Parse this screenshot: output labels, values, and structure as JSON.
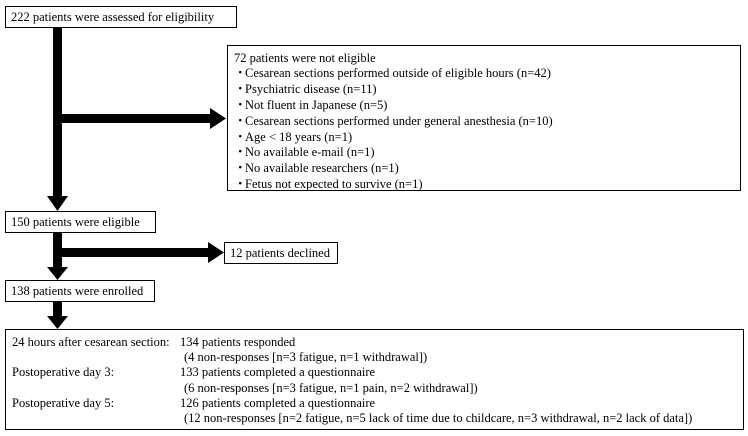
{
  "assessed": "222 patients were assessed for eligibility",
  "not_eligible": {
    "title": "72 patients were not eligible",
    "bullet": "・",
    "items": [
      "Cesarean sections performed outside of eligible hours (n=42)",
      "Psychiatric disease (n=11)",
      "Not fluent in Japanese (n=5)",
      "Cesarean sections performed under general anesthesia (n=10)",
      "Age < 18 years (n=1)",
      "No available e-mail (n=1)",
      "No available researchers (n=1)",
      "Fetus not expected to survive (n=1)"
    ]
  },
  "eligible": "150 patients were eligible",
  "declined": "12 patients declined",
  "enrolled": "138 patients were enrolled",
  "followup": [
    {
      "label": "24 hours after cesarean section:",
      "line1": "134 patients responded",
      "line2": "(4 non-responses [n=3 fatigue, n=1 withdrawal])"
    },
    {
      "label": "Postoperative day 3:",
      "line1": "133 patients completed a questionnaire",
      "line2": "(6 non-responses [n=3 fatigue, n=1 pain, n=2 withdrawal])"
    },
    {
      "label": "Postoperative day 5:",
      "line1": "126 patients completed a questionnaire",
      "line2": "(12 non-responses [n=2 fatigue, n=5 lack of time due to childcare, n=3 withdrawal, n=2 lack of data])"
    }
  ]
}
